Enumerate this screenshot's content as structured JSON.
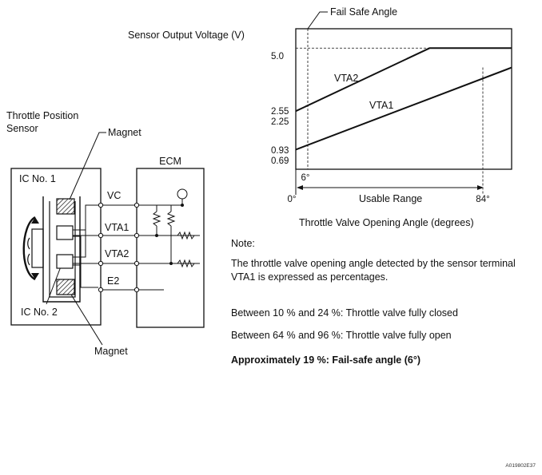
{
  "sensor": {
    "title_line1": "Throttle Position",
    "title_line2": "Sensor",
    "ic1_label": "IC No. 1",
    "ic2_label": "IC No. 2",
    "magnet_top": "Magnet",
    "magnet_bottom": "Magnet",
    "ecm_label": "ECM",
    "terminals": [
      "VC",
      "VTA1",
      "VTA2",
      "E2"
    ]
  },
  "chart_data": {
    "type": "line",
    "title": "Sensor Output Voltage (V)",
    "xlabel": "Throttle Valve Opening Angle (degrees)",
    "y_ticks": [
      "5.0",
      "2.55",
      "2.25",
      "0.93",
      "0.69"
    ],
    "x_ticks": [
      "0°",
      "84°"
    ],
    "xlim": [
      0,
      100
    ],
    "ylim": [
      0,
      5.8
    ],
    "annotations": {
      "fail_safe": "Fail Safe Angle",
      "six_deg": "6°",
      "usable_range": "Usable Range"
    },
    "series": [
      {
        "name": "VTA2",
        "x": [
          0,
          62,
          100
        ],
        "y": [
          2.4,
          5.0,
          5.0
        ]
      },
      {
        "name": "VTA1",
        "x": [
          0,
          100
        ],
        "y": [
          0.81,
          4.2
        ]
      }
    ]
  },
  "note": {
    "heading": "Note:",
    "body": "The throttle valve opening angle detected by the sensor terminal VTA1 is expressed as percentages.",
    "line1": "Between 10 % and 24 %: Throttle valve fully closed",
    "line2": "Between 64 % and 96 %: Throttle valve fully open",
    "line3": "Approximately 19 %: Fail-safe angle (6°)"
  },
  "ref_code": "A019802E37"
}
